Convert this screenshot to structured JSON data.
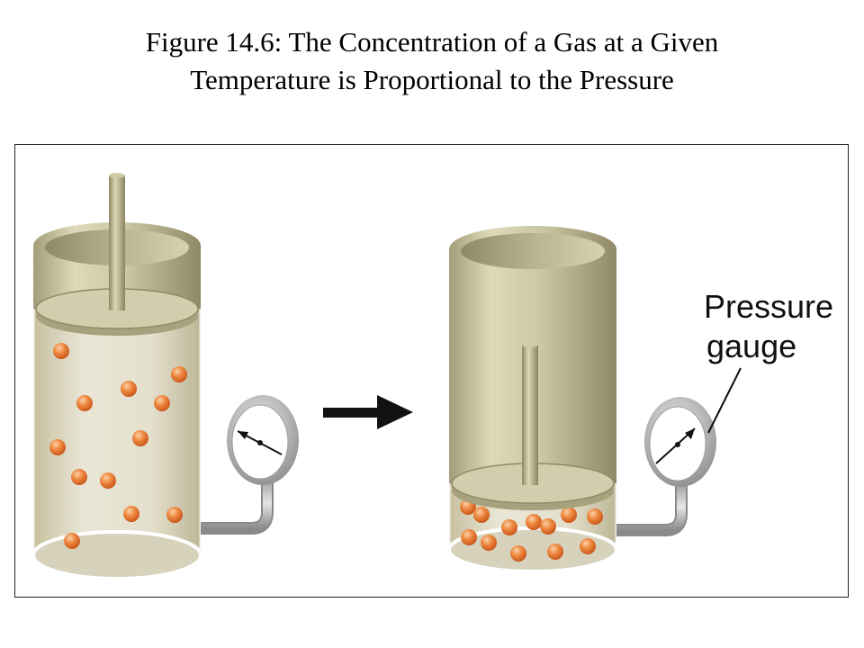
{
  "figure": {
    "title_line1": "Figure 14.6: The Concentration of a Gas at a Given",
    "title_line2": "Temperature is Proportional to the Pressure"
  },
  "labels": {
    "gauge_line1": "Pressure",
    "gauge_line2": "gauge"
  },
  "colors": {
    "cylinder": "#c9c3a0",
    "cylinder_dark": "#9d9674",
    "particle": "#e9772f",
    "arrow": "#111111",
    "gauge_rim": "#b8b8b8"
  },
  "icons": [
    "piston-cylinder",
    "pressure-gauge-icon",
    "right-arrow-icon"
  ]
}
